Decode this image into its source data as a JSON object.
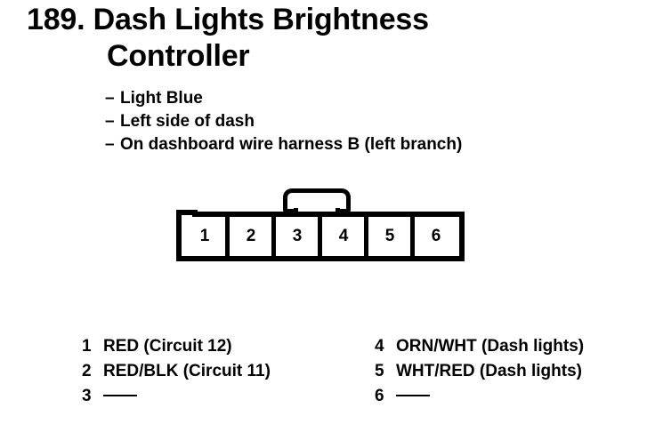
{
  "page": {
    "entry_number": "189.",
    "title_line1": "189. Dash Lights Brightness",
    "title_line2": "Controller",
    "ink_color": "#000000",
    "background_color": "#ffffff"
  },
  "details": {
    "dash_glyph": "–",
    "items": [
      "Light Blue",
      "Left side of dash",
      "On dashboard wire harness B (left branch)"
    ]
  },
  "connector": {
    "cavity_count": 6,
    "cavities": [
      {
        "number": "1"
      },
      {
        "number": "2"
      },
      {
        "number": "3"
      },
      {
        "number": "4"
      },
      {
        "number": "5"
      },
      {
        "number": "6"
      }
    ]
  },
  "legend": {
    "left_column": [
      {
        "pin": "1",
        "label": "RED (Circuit 12)",
        "empty": false
      },
      {
        "pin": "2",
        "label": "RED/BLK (Circuit 11)",
        "empty": false
      },
      {
        "pin": "3",
        "label": "",
        "empty": true
      }
    ],
    "right_column": [
      {
        "pin": "4",
        "label": "ORN/WHT (Dash lights)",
        "empty": false
      },
      {
        "pin": "5",
        "label": "WHT/RED (Dash lights)",
        "empty": false
      },
      {
        "pin": "6",
        "label": "",
        "empty": true
      }
    ]
  }
}
